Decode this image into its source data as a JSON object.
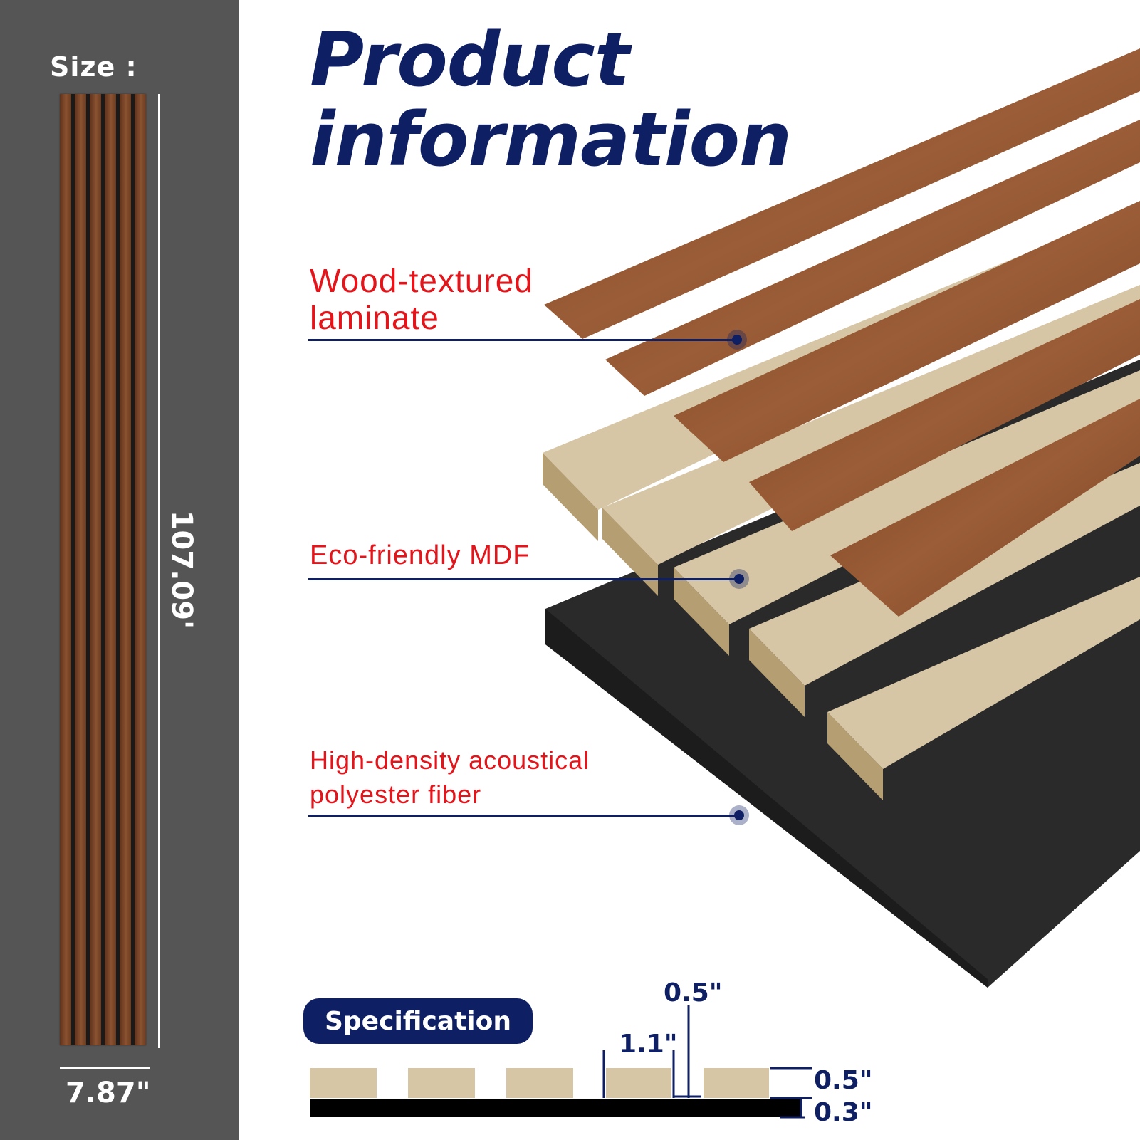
{
  "sidebar": {
    "size_label": "Size :",
    "height": "107.09'",
    "width": "7.87\""
  },
  "title": {
    "line1": "Product",
    "line2": "information"
  },
  "layers": [
    {
      "label_lines": [
        "Wood-textured",
        "laminate"
      ],
      "color": "#8b4e2b"
    },
    {
      "label_lines": [
        "Eco-friendly MDF"
      ],
      "color": "#cbb994"
    },
    {
      "label_lines": [
        "High-density acoustical",
        "polyester fiber"
      ],
      "color": "#2b2b2b"
    }
  ],
  "specification": {
    "label": "Specification",
    "gap": "0.5\"",
    "slat_width": "1.1\"",
    "slat_thickness": "0.5\"",
    "base_thickness": "0.3\""
  },
  "colors": {
    "accent_navy": "#0e1f63",
    "callout_red": "#e4141b",
    "sidebar_gray": "#555555",
    "mdf_beige": "#d6c6a5"
  }
}
